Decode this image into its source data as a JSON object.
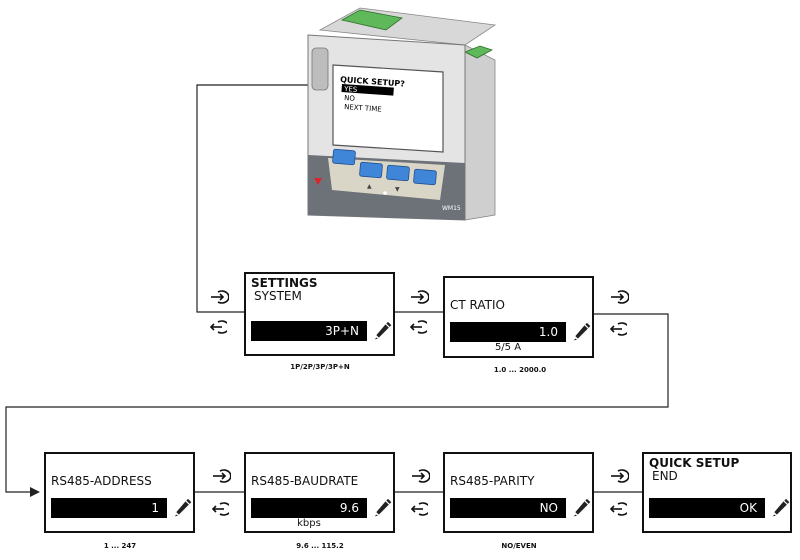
{
  "device": {
    "model": "WM15",
    "lcd_lines": [
      "QUICK SETUP?",
      "YES",
      "NO",
      "NEXT TIME"
    ],
    "lcd_selected": "YES",
    "buttons": [
      "back",
      "up",
      "down",
      "enter"
    ],
    "brand_accent": "#d8262c",
    "button_color": "#3f86d9"
  },
  "screens": [
    {
      "title": "SETTINGS",
      "subtitle": "SYSTEM",
      "value": "3P+N",
      "unit": "",
      "range": "1P/2P/3P/3P+N"
    },
    {
      "title": "",
      "subtitle": "CT RATIO",
      "value": "1.0",
      "unit": "5/5 A",
      "range": "1.0 ... 2000.0"
    },
    {
      "title": "",
      "subtitle": "RS485-ADDRESS",
      "value": "1",
      "unit": "",
      "range": "1 ... 247"
    },
    {
      "title": "",
      "subtitle": "RS485-BAUDRATE",
      "value": "9.6",
      "unit": "kbps",
      "range": "9.6 ... 115.2"
    },
    {
      "title": "",
      "subtitle": "RS485-PARITY",
      "value": "NO",
      "unit": "",
      "range": "NO/EVEN"
    },
    {
      "title": "QUICK SETUP",
      "subtitle": "END",
      "value": "OK",
      "unit": "",
      "range": ""
    }
  ],
  "nav_icons": {
    "forward": "enter-forward-icon",
    "back": "exit-back-icon",
    "edit": "pencil-icon"
  }
}
